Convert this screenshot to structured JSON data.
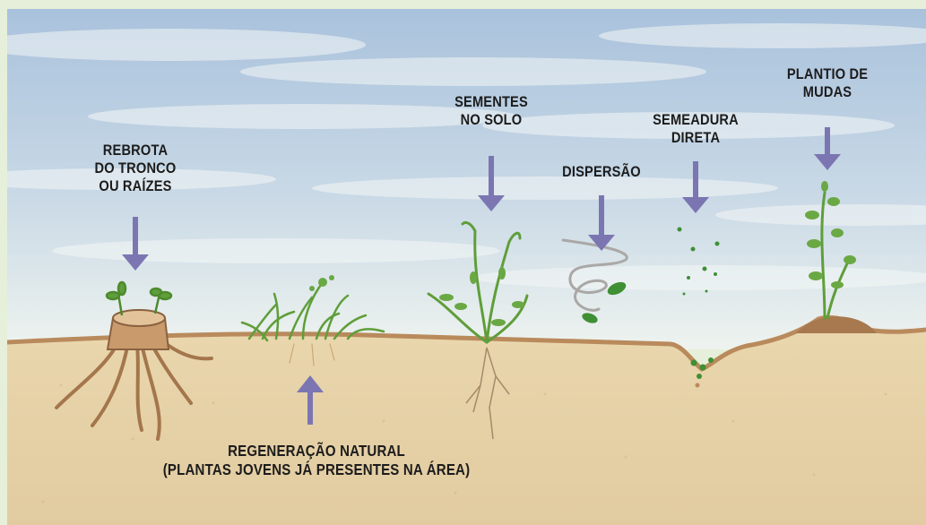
{
  "colors": {
    "frame": "#e6efd9",
    "sky_top": "#aec5dd",
    "sky_bottom": "#e9f0ec",
    "soil": "#e7d2a8",
    "soil_line": "#b98a5c",
    "arrow": "#7b76b2",
    "plant": "#5f9e3a"
  },
  "labels": {
    "rebrota": "REBROTA\nDO TRONCO\nOU RAÍZES",
    "sementes_solo": "SEMENTES\nNO SOLO",
    "dispersao": "DISPERSÃO",
    "semeadura": "SEMEADURA\nDIRETA",
    "plantio": "PLANTIO DE\nMUDAS",
    "regeneracao": "REGENERAÇÃO NATURAL\n(PLANTAS JOVENS JÁ PRESENTES NA ÁREA)"
  },
  "icons": {
    "arrow": "arrow-icon",
    "stump": "tree-stump-icon",
    "grass": "grass-icon",
    "seedling": "seedling-icon",
    "seed": "seed-icon",
    "root": "root-icon"
  }
}
